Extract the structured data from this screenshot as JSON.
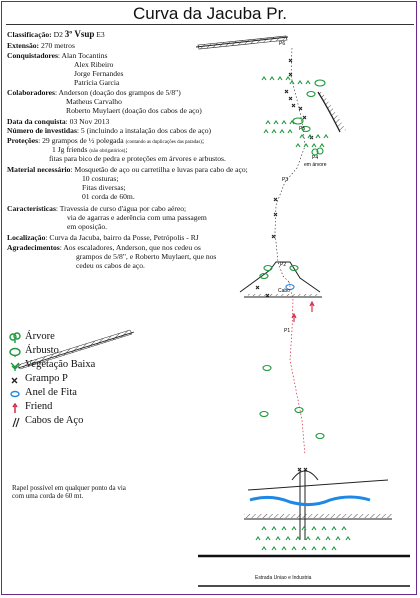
{
  "title": "Curva da Jacuba Pr.",
  "info": {
    "classificacao_label": "Classificação:",
    "classificacao_value": " D2 ",
    "grade_main": "3º Vsup",
    "grade_e": " E3",
    "extensao_label": "Extensão:",
    "extensao_value": " 270 metros",
    "conquistadores_label": "Conquistadores",
    "conquistadores": [
      ": Alan Tocantins",
      "Alex Ribeiro",
      "Jorge Fernandes",
      "Patrícia Garcia"
    ],
    "colaboradores_label": "Colaboradores",
    "colaboradores": [
      ": Anderson (doação dos grampos de 5/8\")",
      "Matheus Carvalho",
      "Roberto Muylaert (doação dos cabos de aço)"
    ],
    "data_label": "Data da conquista",
    "data_value": ": 03 Nov 2013",
    "investidas_label": "Número de investidas",
    "investidas_value": ": 5 (incluindo a instalação dos cabos de aço)",
    "protecoes_label": "Proteções",
    "protecoes_value": ": 29 grampos de ½ polegada ",
    "protecoes_small": "(contando as duplicações das paradas)",
    "protecoes_extra": ";",
    "protecoes_2": "1 Jg friends ",
    "protecoes_2_small": "(não obrigatórios)",
    "protecoes_2_end": ";",
    "protecoes_3": "fitas para bico de pedra e proteções em árvores e arbustos.",
    "material_label": "Material necessário",
    "material": [
      ": Mosquetão de aço ou carretilha e luvas para cabo de aço;",
      "10 costuras;",
      "Fitas diversas;",
      "01 corda de 60m."
    ],
    "caracteristicas_label": "Características",
    "caracteristicas": [
      ": Travessia de curso d'água por cabo aéreo;",
      "via de agarras e aderência com uma passagem",
      "em oposição."
    ],
    "localizacao_label": "Localização",
    "localizacao_value": ": Curva da Jacuba, bairro da Posse, Petrópolis - RJ",
    "agradecimentos_label": "Agradecimentos",
    "agradecimentos": [
      ": Aos escaladores, Anderson, que nos cedeu os",
      "grampos de 5/8\", e Roberto Muylaert, que nos",
      "cedeu os cabos de aço."
    ]
  },
  "legend": [
    {
      "label": "Árvore",
      "icon": "tree-icon"
    },
    {
      "label": "Árbusto",
      "icon": "shrub-icon"
    },
    {
      "label": "Vegetação Baixa",
      "icon": "low-vegetation-icon"
    },
    {
      "label": "Grampo P",
      "icon": "bolt-icon"
    },
    {
      "label": "Anel de Fita",
      "icon": "sling-icon"
    },
    {
      "label": "Friend",
      "icon": "friend-icon"
    },
    {
      "label": "Cabos de Aço",
      "icon": "steel-cable-icon"
    }
  ],
  "topo_labels": {
    "p6": "P6",
    "p5": "P5",
    "p4": "P4",
    "p4_note": "em árvore",
    "p3": "P3",
    "p2": "P2",
    "p1": "P1",
    "cabo": "Cabo"
  },
  "rapel_note": [
    "Rapel possível em qualquer ponto da via",
    "com uma corda de 60 mt."
  ],
  "road_label": "Estrada Uniao e Industria",
  "colors": {
    "frame": "#6a2b8a",
    "vegetation": "#1a9a3a",
    "route": "#d0203a",
    "river": "#1e88e5"
  }
}
